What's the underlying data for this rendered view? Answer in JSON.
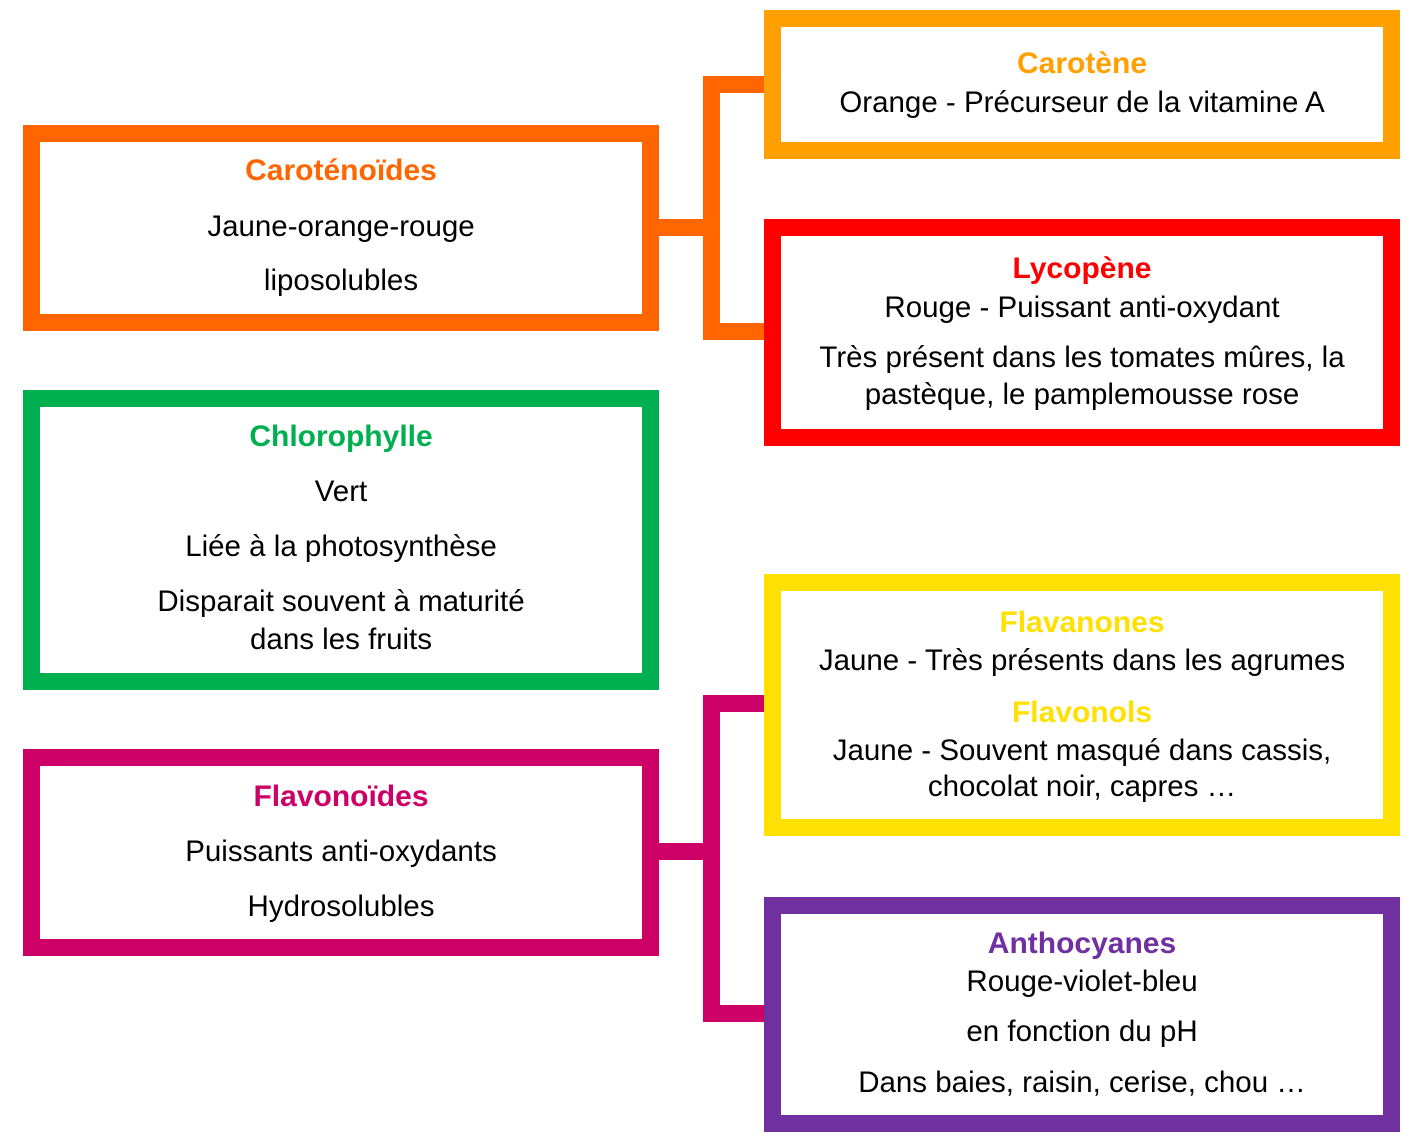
{
  "pigments": {
    "carotenoides": {
      "color": "#FF6600",
      "title": "Caroténoïdes",
      "lines": [
        "Jaune-orange-rouge",
        "liposolubles"
      ],
      "children": {
        "carotene": {
          "color": "#FFA000",
          "title": "Carotène",
          "lines": [
            "Orange - Précurseur de la vitamine A"
          ]
        },
        "lycopene": {
          "color": "#FF0000",
          "title": "Lycopène",
          "lines": [
            "Rouge - Puissant anti-oxydant",
            "Très présent dans les tomates mûres, la",
            "pastèque, le pamplemousse rose"
          ]
        }
      }
    },
    "chlorophylle": {
      "color": "#00B050",
      "title": "Chlorophylle",
      "lines": [
        "Vert",
        "Liée à la photosynthèse",
        "Disparait souvent à maturité",
        "dans les fruits"
      ]
    },
    "flavonoides": {
      "color": "#CC0066",
      "title": "Flavonoïdes",
      "lines": [
        "Puissants anti-oxydants",
        "Hydrosolubles"
      ],
      "children": {
        "flavanones_flavonols": {
          "color": "#FFE000",
          "entries": [
            {
              "title": "Flavanones",
              "lines": [
                "Jaune - Très présents dans les agrumes"
              ]
            },
            {
              "title": "Flavonols",
              "lines": [
                "Jaune - Souvent masqué dans cassis,",
                "chocolat noir, capres …"
              ]
            }
          ]
        },
        "anthocyanes": {
          "color": "#7030A0",
          "title": "Anthocyanes",
          "lines": [
            "Rouge-violet-bleu",
            "en fonction du pH",
            "Dans baies, raisin, cerise, chou …"
          ]
        }
      }
    }
  }
}
